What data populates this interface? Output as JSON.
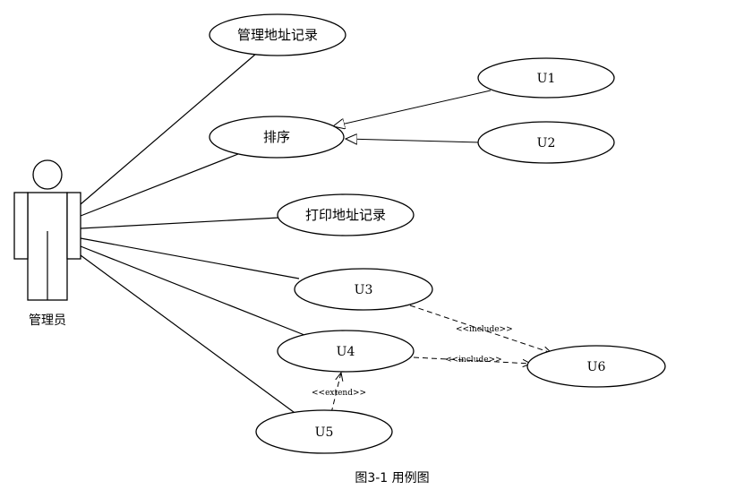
{
  "actor": {
    "label": "管理员"
  },
  "use_cases": {
    "manage": "管理地址记录",
    "sort": "排序",
    "print": "打印地址记录",
    "u1": "U1",
    "u2": "U2",
    "u3": "U3",
    "u4": "U4",
    "u5": "U5",
    "u6": "U6"
  },
  "relations": {
    "include_u3_u6": "<<include>>",
    "include_u4_u6": "<<include>>",
    "extend_u5_u4": "<<extend>>"
  },
  "caption": "图3-1 用例图"
}
